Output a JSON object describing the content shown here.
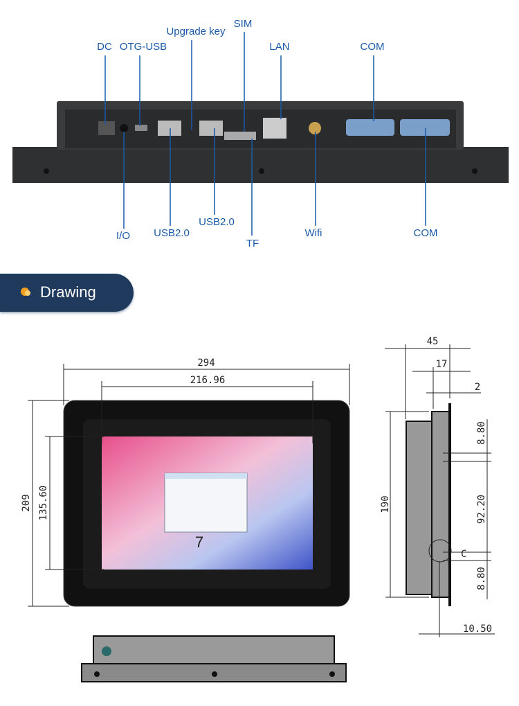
{
  "ports_top": [
    "DC",
    "OTG-USB",
    "Upgrade key",
    "SIM",
    "LAN",
    "COM"
  ],
  "ports_bottom": [
    "I/O",
    "USB2.0",
    "USB2.0",
    "TF",
    "Wifi",
    "COM"
  ],
  "section": {
    "title": "Drawing"
  },
  "front": {
    "width": "294",
    "screen_width": "216.96",
    "height": "209",
    "screen_height": "135.60",
    "screen_logo": "7"
  },
  "side": {
    "depth": "45",
    "depth2": "17",
    "bezel": "2",
    "height": "190",
    "d1": "8.80",
    "d2": "92.20",
    "d3": "8.80",
    "detail": "C",
    "bottom": "10.50"
  },
  "colors": {
    "label": "#1a5aa8",
    "pill": "#1f3a5c",
    "accent": "#f0a020"
  }
}
